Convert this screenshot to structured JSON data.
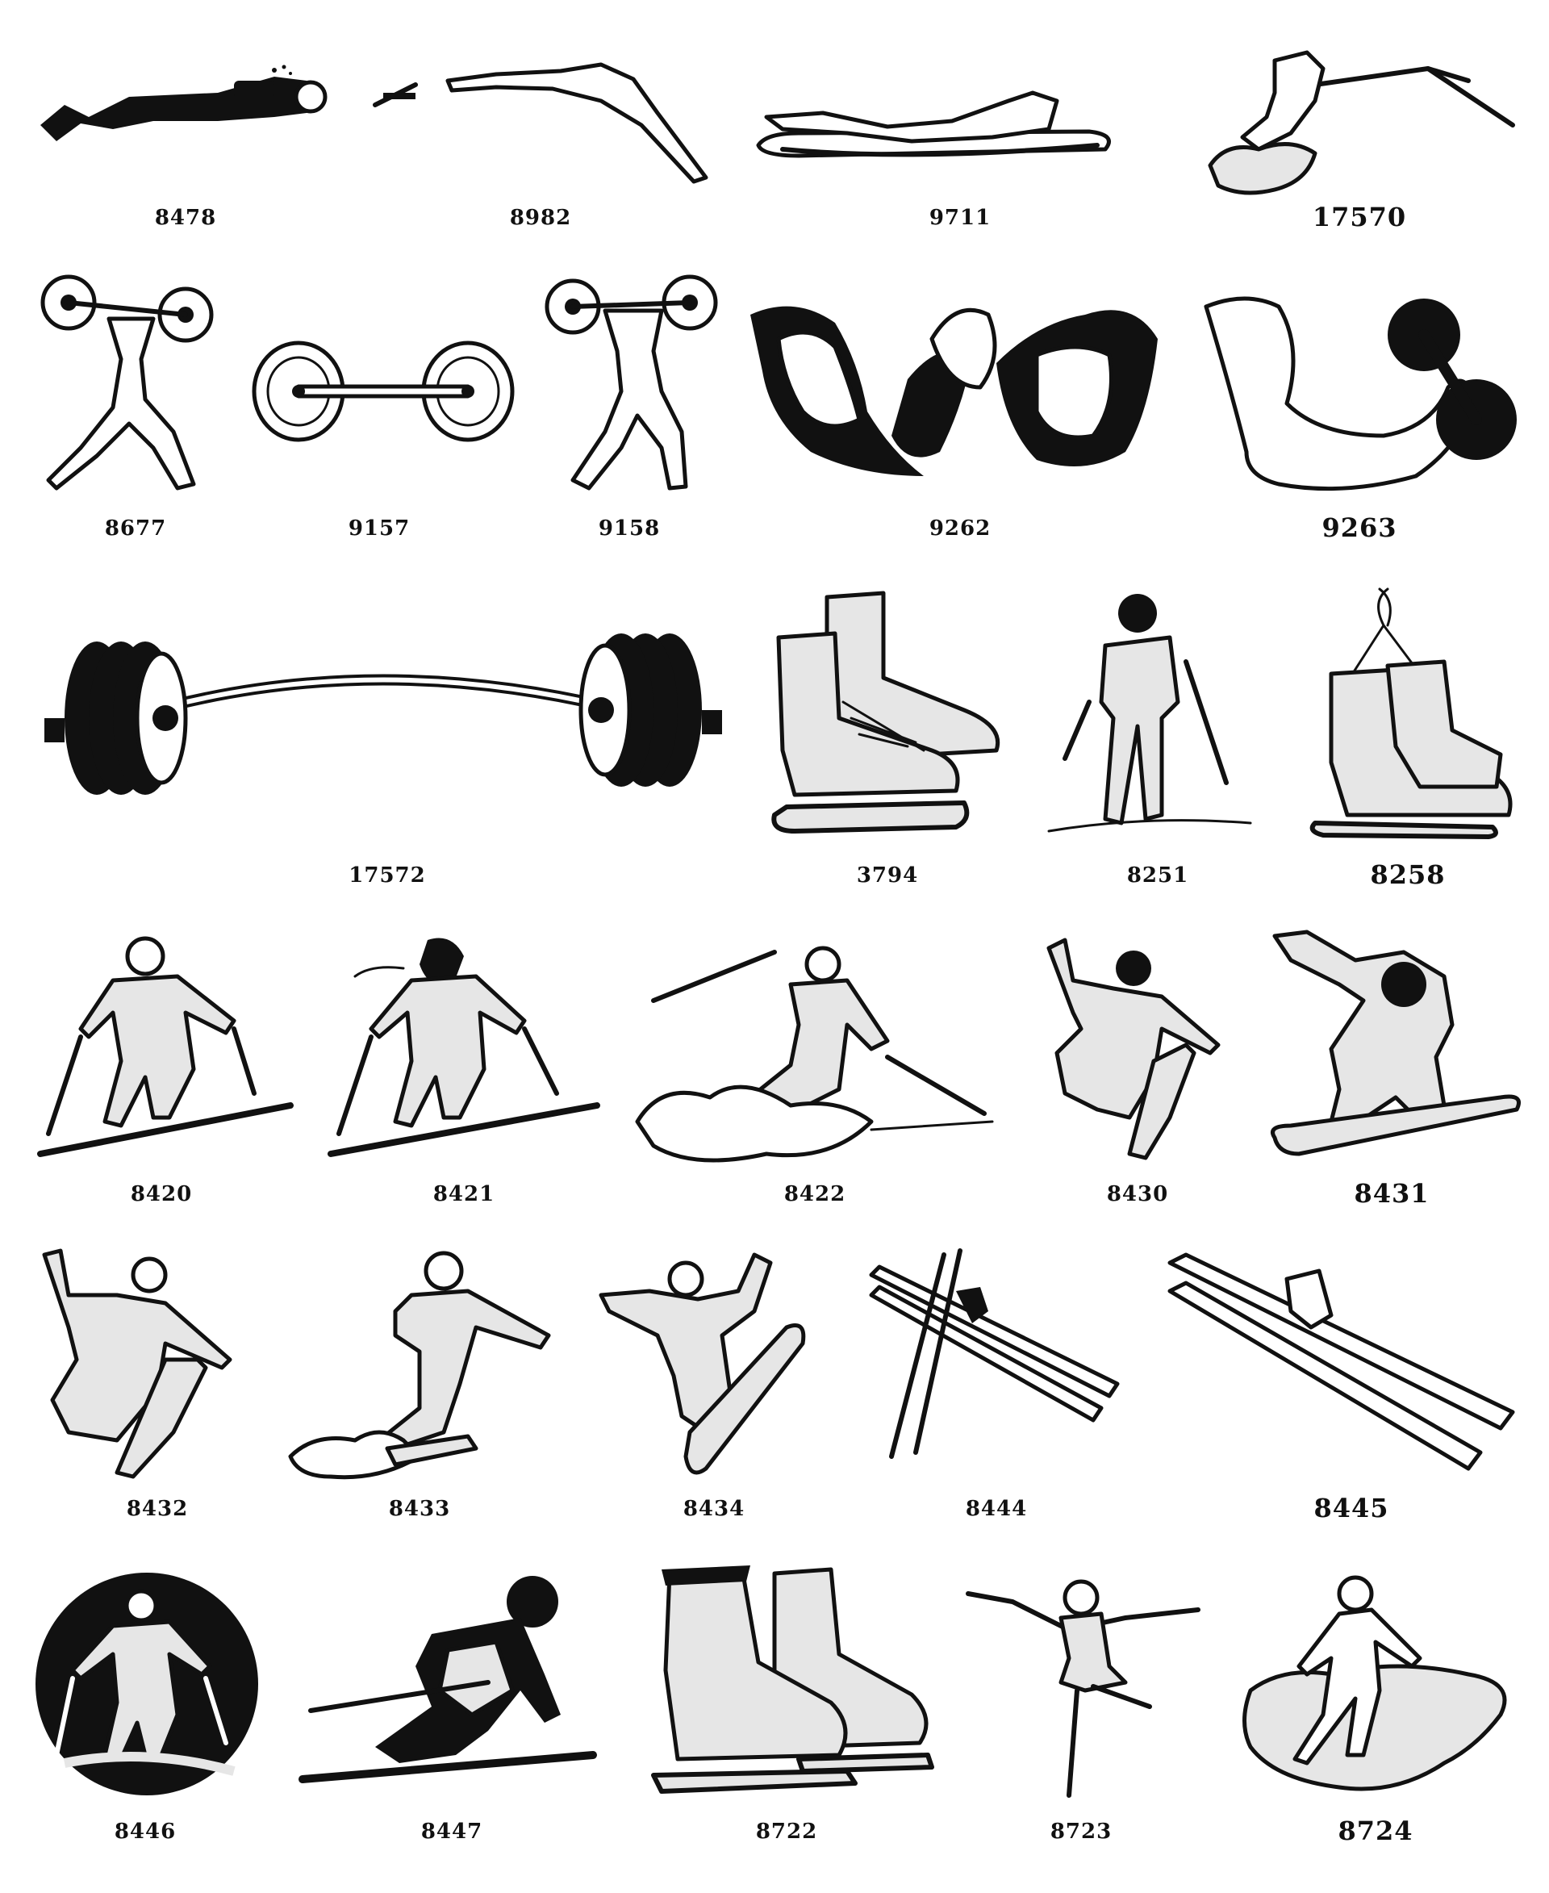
{
  "catalog": {
    "rows": [
      {
        "items": [
          {
            "code": "8478",
            "icon": "scuba-diver-icon"
          },
          {
            "code": "8982",
            "icon": "swimmer-diving-icon"
          },
          {
            "code": "9711",
            "icon": "surfer-paddling-icon"
          },
          {
            "code": "17570",
            "icon": "water-skier-icon"
          }
        ]
      },
      {
        "items": [
          {
            "code": "8677",
            "icon": "weightlifter-lunge-icon"
          },
          {
            "code": "9157",
            "icon": "barbell-icon"
          },
          {
            "code": "9158",
            "icon": "weightlifter-icon"
          },
          {
            "code": "9262",
            "icon": "arm-wrestling-icon"
          },
          {
            "code": "9263",
            "icon": "arm-curl-dumbbell-icon"
          }
        ]
      },
      {
        "items": [
          {
            "code": "17572",
            "icon": "heavy-barbell-icon"
          },
          {
            "code": "3794",
            "icon": "ice-skates-icon"
          },
          {
            "code": "8251",
            "icon": "cross-country-skier-icon"
          },
          {
            "code": "8258",
            "icon": "hanging-skates-icon"
          }
        ]
      },
      {
        "items": [
          {
            "code": "8420",
            "icon": "skier-icon"
          },
          {
            "code": "8421",
            "icon": "skier-woman-icon"
          },
          {
            "code": "8422",
            "icon": "skier-powder-icon"
          },
          {
            "code": "8430",
            "icon": "snowboarder-jump-icon"
          },
          {
            "code": "8431",
            "icon": "snowboarder-icon"
          }
        ]
      },
      {
        "items": [
          {
            "code": "8432",
            "icon": "snowboarder-air-icon"
          },
          {
            "code": "8433",
            "icon": "snowboarder-carve-icon"
          },
          {
            "code": "8434",
            "icon": "snowboarder-trick-icon"
          },
          {
            "code": "8444",
            "icon": "skis-and-poles-icon"
          },
          {
            "code": "8445",
            "icon": "skis-icon"
          }
        ]
      },
      {
        "items": [
          {
            "code": "8446",
            "icon": "skier-emblem-icon"
          },
          {
            "code": "8447",
            "icon": "downhill-racer-icon"
          },
          {
            "code": "8722",
            "icon": "hockey-skates-icon"
          },
          {
            "code": "8723",
            "icon": "figure-skater-icon"
          },
          {
            "code": "8724",
            "icon": "ice-skater-icon"
          }
        ]
      }
    ]
  }
}
